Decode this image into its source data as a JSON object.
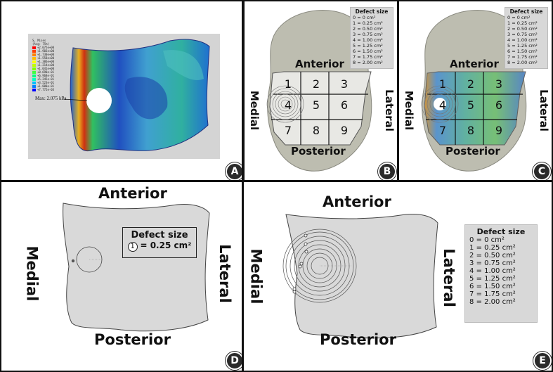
{
  "panels": {
    "A": {
      "label": "A",
      "max_label": "Max: 2.075 kPa",
      "legend_title": "S, Mises\n(Avg: 75%)",
      "legend_values": [
        "+2.075e+00",
        "+1.903e+00",
        "+1.730e+00",
        "+1.558e+00",
        "+1.386e+00",
        "+1.214e+00",
        "+1.041e+00",
        "+8.690e-01",
        "+6.968e-01",
        "+5.245e-01",
        "+3.523e-01",
        "+1.800e-01",
        "+7.772e-03"
      ],
      "legend_colors": [
        "#ff0000",
        "#ff4000",
        "#ff8000",
        "#ffbf00",
        "#ffff00",
        "#bfff00",
        "#80ff00",
        "#40ff40",
        "#00ff80",
        "#00ffbf",
        "#00bfff",
        "#0080ff",
        "#0000ff"
      ]
    },
    "B": {
      "label": "B"
    },
    "C": {
      "label": "C"
    },
    "D": {
      "label": "D"
    },
    "E": {
      "label": "E"
    }
  },
  "directions": {
    "anterior": "Anterior",
    "posterior": "Posterior",
    "medial": "Medial",
    "lateral": "Lateral"
  },
  "grid_numbers": [
    "1",
    "2",
    "3",
    "4",
    "5",
    "6",
    "7",
    "8",
    "9"
  ],
  "legend": {
    "title": "Defect size",
    "rows": [
      {
        "n": "0",
        "v": "= 0    cm²"
      },
      {
        "n": "1",
        "v": "= 0.25 cm²"
      },
      {
        "n": "2",
        "v": "= 0.50 cm²"
      },
      {
        "n": "3",
        "v": "= 0.75 cm²"
      },
      {
        "n": "4",
        "v": "= 1.00 cm²"
      },
      {
        "n": "5",
        "v": "= 1.25 cm²"
      },
      {
        "n": "6",
        "v": "= 1.50 cm²"
      },
      {
        "n": "7",
        "v": "= 1.75 cm²"
      },
      {
        "n": "8",
        "v": "= 2.00 cm²"
      }
    ]
  },
  "legend_D": {
    "title": "Defect size",
    "n": "1",
    "v": "= 0.25 cm²"
  }
}
